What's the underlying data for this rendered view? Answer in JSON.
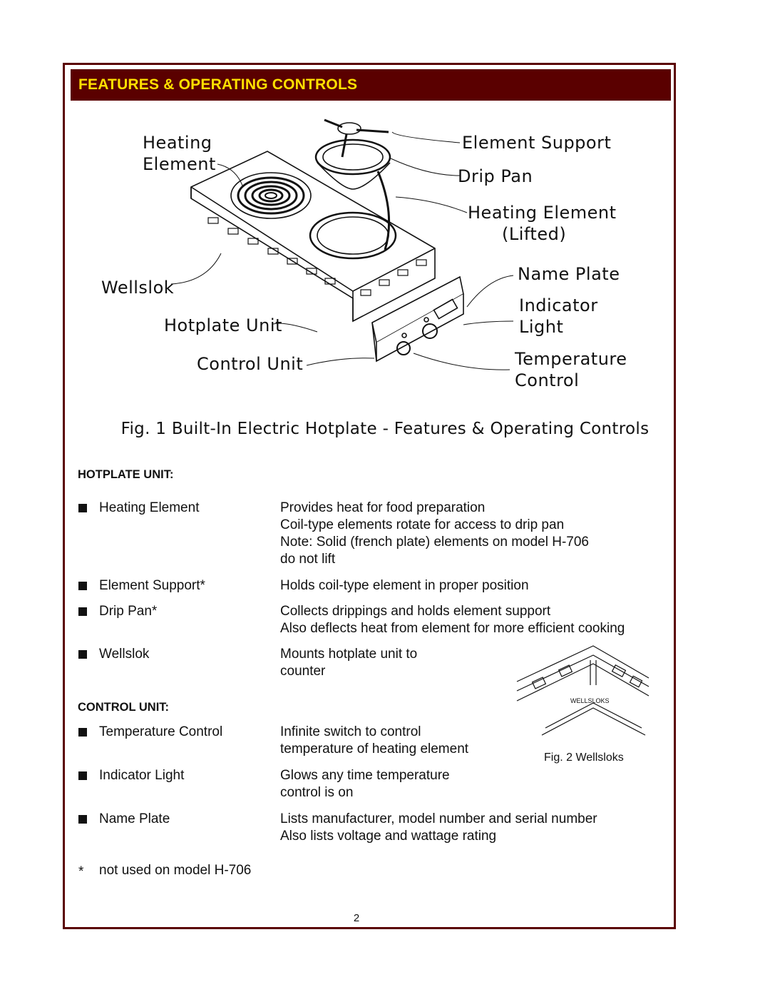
{
  "header": {
    "title": "FEATURES & OPERATING CONTROLS"
  },
  "diagram": {
    "labels": {
      "heating_element_1": "Heating",
      "heating_element_2": "Element",
      "element_support": "Element Support",
      "drip_pan": "Drip Pan",
      "heating_lifted_1": "Heating Element",
      "heating_lifted_2": "(Lifted)",
      "name_plate": "Name Plate",
      "indicator_1": "Indicator",
      "indicator_2": "Light",
      "wellslok": "Wellslok",
      "hotplate_unit": "Hotplate Unit",
      "control_unit": "Control Unit",
      "temp_1": "Temperature",
      "temp_2": "Control"
    },
    "caption": "Fig. 1 Built-In Electric Hotplate - Features & Operating Controls"
  },
  "hotplate_section": {
    "title": "HOTPLATE UNIT:",
    "items": [
      {
        "name": "Heating Element",
        "desc": [
          "Provides heat for food preparation",
          "Coil-type elements rotate for access to drip pan",
          "Note:  Solid (french plate) elements on model H-706",
          "do not lift"
        ]
      },
      {
        "name": "Element Support*",
        "desc": [
          "Holds coil-type element in proper position"
        ]
      },
      {
        "name": "Drip Pan*",
        "desc": [
          "Collects drippings and holds element support",
          "Also deflects heat from element for more efficient cooking"
        ]
      },
      {
        "name": "Wellslok",
        "desc": [
          "Mounts hotplate unit to",
          "counter"
        ]
      }
    ]
  },
  "control_section": {
    "title": "CONTROL UNIT:",
    "items": [
      {
        "name": "Temperature Control",
        "desc": [
          "Infinite switch to control",
          "temperature of heating element"
        ]
      },
      {
        "name": "Indicator Light",
        "desc": [
          "Glows any time temperature",
          "control is on"
        ]
      },
      {
        "name": "Name Plate",
        "desc": [
          "Lists manufacturer, model number and serial number",
          "Also lists voltage and wattage rating"
        ]
      }
    ]
  },
  "fig2": {
    "inner_label": "WELLSLOKS",
    "caption": "Fig. 2  Wellsloks"
  },
  "footnote": {
    "mark": "*",
    "text": "not used on model H-706"
  },
  "page_number": "2"
}
